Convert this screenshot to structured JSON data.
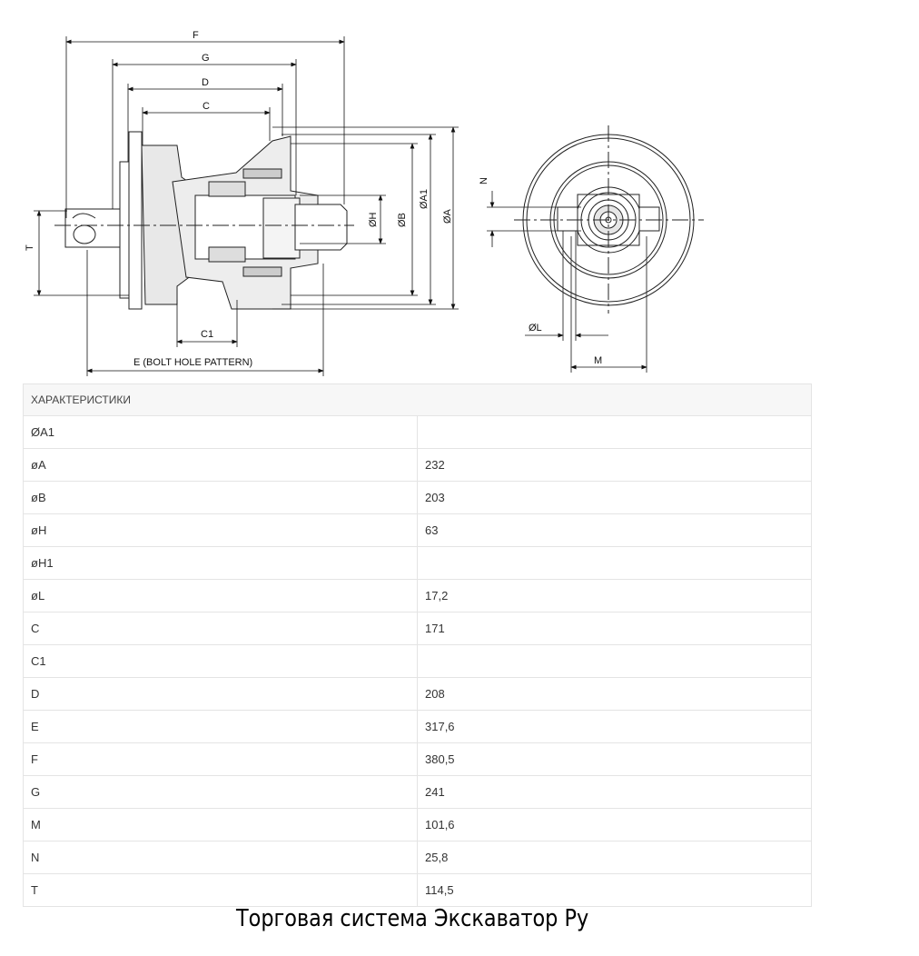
{
  "drawing": {
    "dims": {
      "F": "F",
      "G": "G",
      "D": "D",
      "C": "C",
      "C1": "C1",
      "E": "E (BOLT HOLE PATTERN)",
      "T": "T",
      "H": "ØH",
      "B": "ØB",
      "A1": "ØA1",
      "A": "ØA",
      "N": "N",
      "L": "ØL",
      "M": "M"
    }
  },
  "specs": {
    "header": "ХАРАКТЕРИСТИКИ",
    "rows": [
      {
        "key": "ØA1",
        "value": ""
      },
      {
        "key": "øA",
        "value": "232"
      },
      {
        "key": "øB",
        "value": "203"
      },
      {
        "key": "øH",
        "value": "63"
      },
      {
        "key": "øH1",
        "value": ""
      },
      {
        "key": "øL",
        "value": "17,2"
      },
      {
        "key": "C",
        "value": "171"
      },
      {
        "key": "C1",
        "value": ""
      },
      {
        "key": "D",
        "value": "208"
      },
      {
        "key": "E",
        "value": "317,6"
      },
      {
        "key": "F",
        "value": "380,5"
      },
      {
        "key": "G",
        "value": "241"
      },
      {
        "key": "M",
        "value": "101,6"
      },
      {
        "key": "N",
        "value": "25,8"
      },
      {
        "key": "T",
        "value": "114,5"
      }
    ]
  },
  "footer": {
    "text": "Торговая система Экскаватор Ру"
  },
  "colors": {
    "line": "#222222",
    "border": "#e4e4e4",
    "header_bg": "#f7f7f7"
  }
}
